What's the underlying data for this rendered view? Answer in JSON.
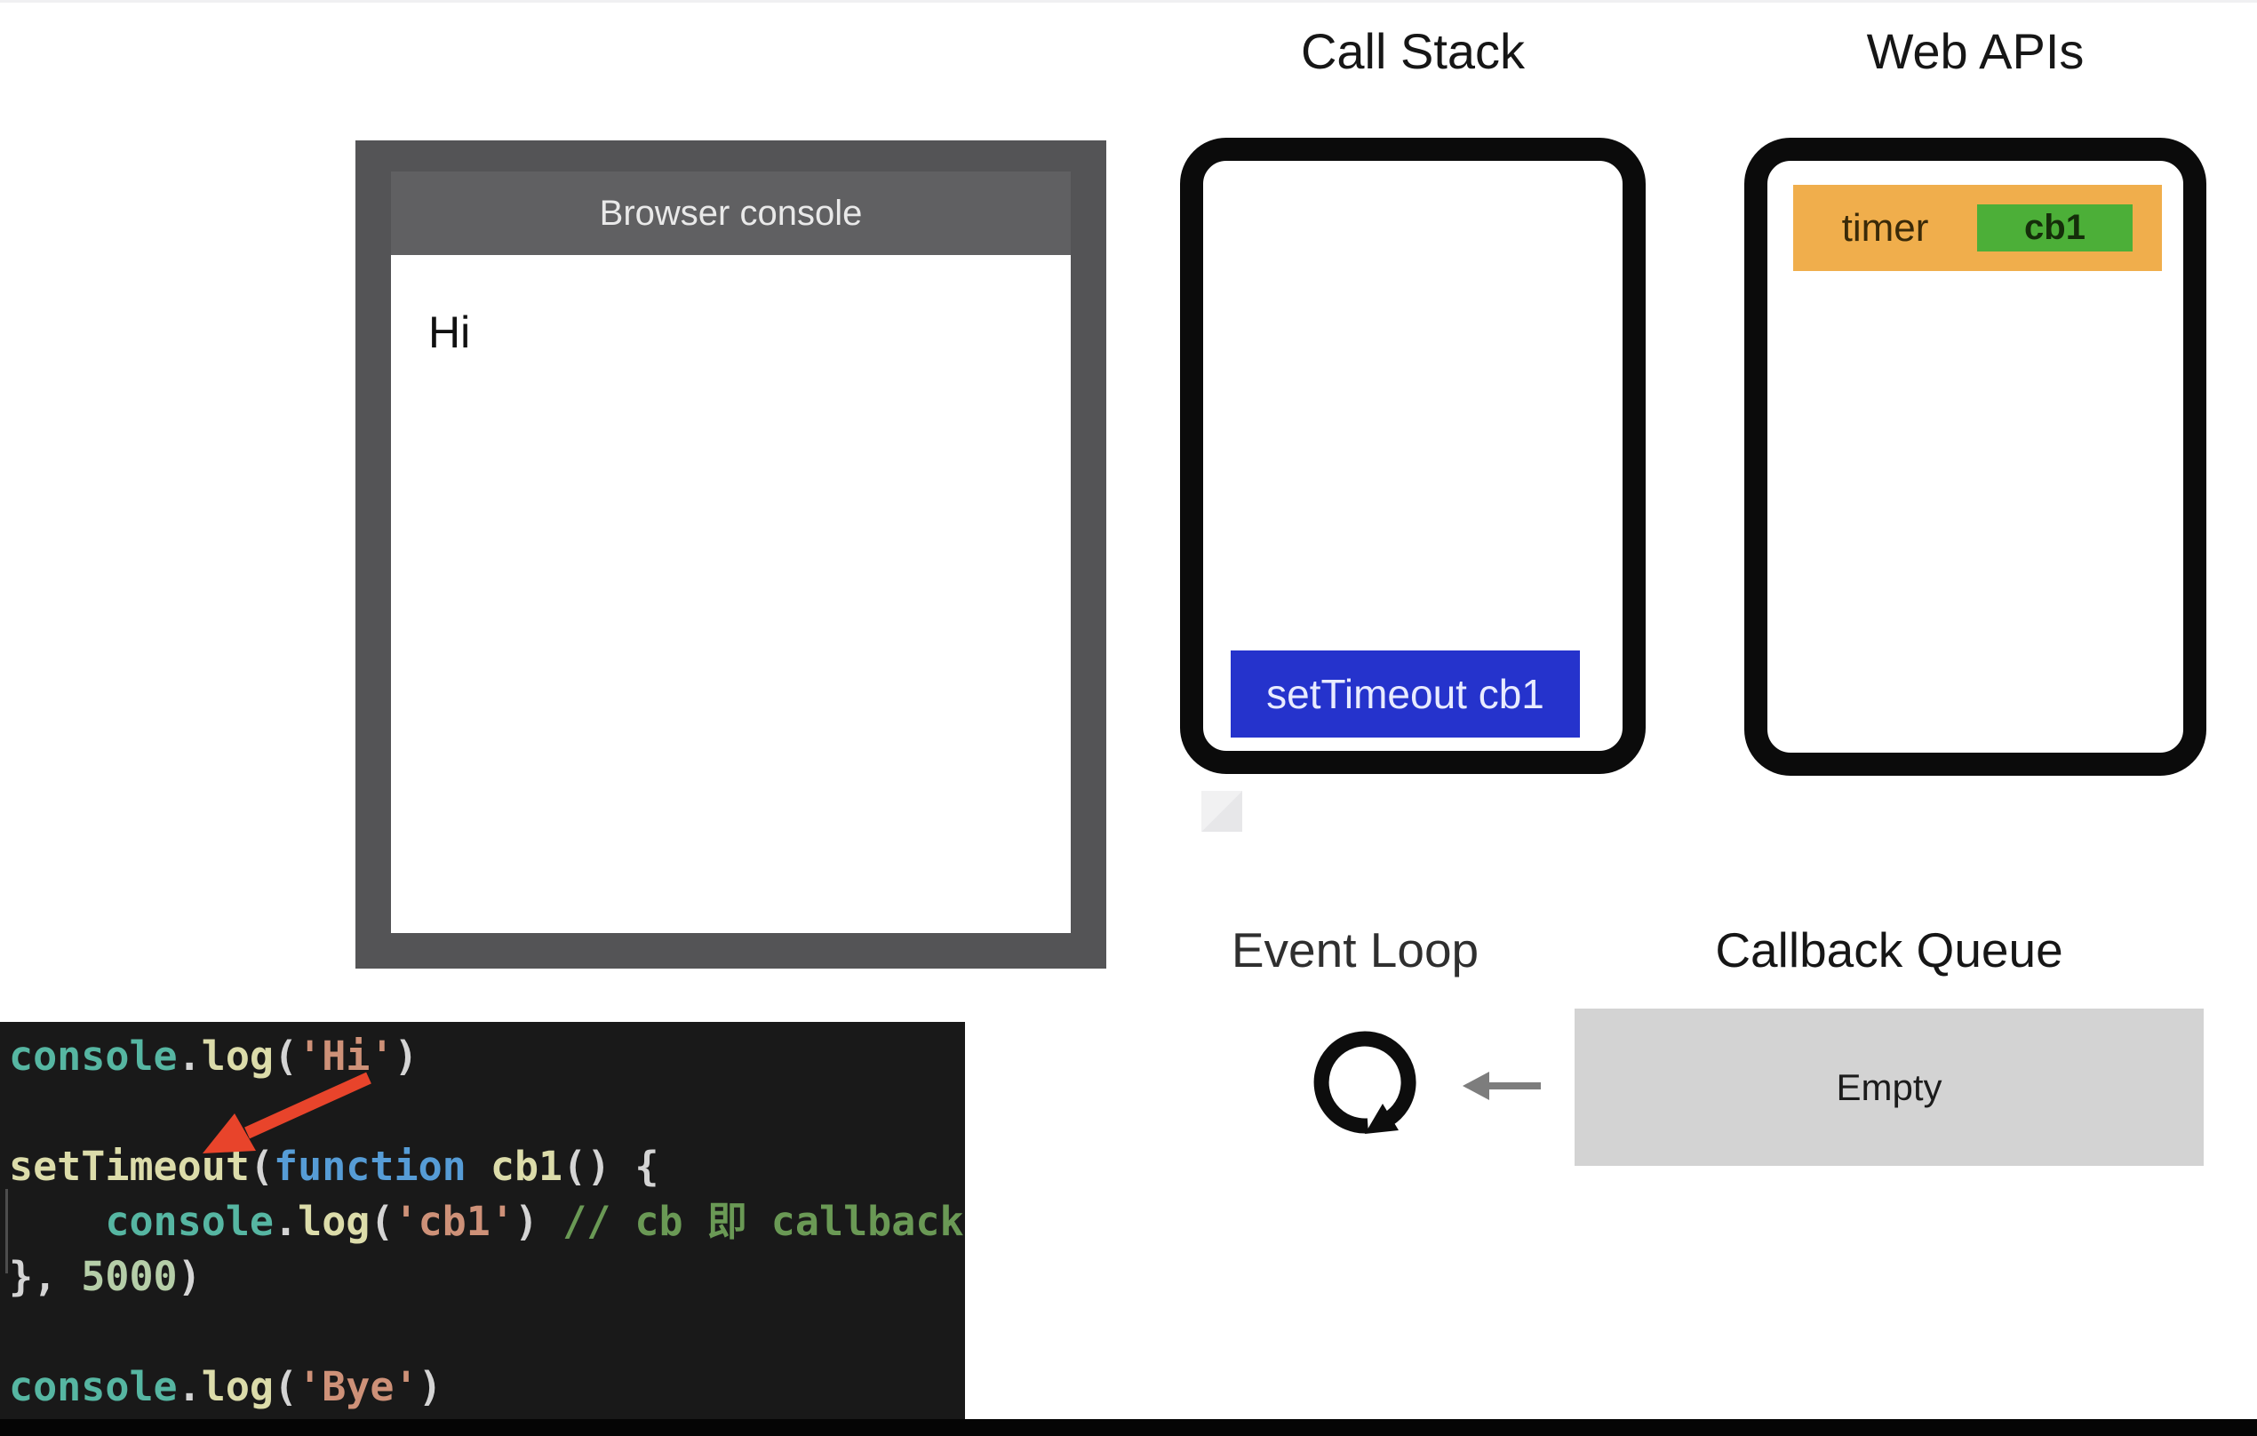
{
  "diagram": {
    "browser_console": {
      "title": "Browser console",
      "log_lines": [
        "Hi"
      ]
    },
    "call_stack": {
      "title": "Call Stack",
      "frames": [
        {
          "label": "setTimeout cb1"
        }
      ]
    },
    "web_apis": {
      "title": "Web APIs",
      "items": [
        {
          "label": "timer",
          "badge": "cb1"
        }
      ]
    },
    "event_loop": {
      "title": "Event Loop"
    },
    "callback_queue": {
      "title": "Callback Queue",
      "state": "Empty"
    }
  },
  "icons": {
    "loop": "circular-clockwise-arrow",
    "queue_to_loop": "left-arrow",
    "code_pointer": "red-arrow"
  },
  "colors": {
    "accent_blue": "#2533cc",
    "timer_orange": "#f0ae4c",
    "callback_green": "#4caf38",
    "queue_gray": "#d3d3d3",
    "console_frame": "#545456",
    "console_titlebar": "#606062",
    "code_bg": "#191919",
    "arrow_red": "#e8442b",
    "arrow_gray": "#7d7d7d",
    "border_black": "#0b0b0b"
  },
  "code": {
    "token_colors": {
      "builtin": "#56b6a2",
      "fn": "#dcdcaa",
      "keyword": "#569cd6",
      "string": "#ce9178",
      "comment": "#6a9955",
      "number": "#b5cea8",
      "plain": "#d4d4d4"
    },
    "lines": [
      [
        {
          "t": "console",
          "c": "builtin"
        },
        {
          "t": ".",
          "c": "plain"
        },
        {
          "t": "log",
          "c": "fn"
        },
        {
          "t": "(",
          "c": "plain"
        },
        {
          "t": "'Hi'",
          "c": "string"
        },
        {
          "t": ")",
          "c": "plain"
        }
      ],
      [],
      [
        {
          "t": "setTimeout",
          "c": "fn"
        },
        {
          "t": "(",
          "c": "plain"
        },
        {
          "t": "function",
          "c": "keyword"
        },
        {
          "t": " ",
          "c": "plain"
        },
        {
          "t": "cb1",
          "c": "fn"
        },
        {
          "t": "() {",
          "c": "plain"
        }
      ],
      [
        {
          "t": "    ",
          "c": "plain"
        },
        {
          "t": "console",
          "c": "builtin"
        },
        {
          "t": ".",
          "c": "plain"
        },
        {
          "t": "log",
          "c": "fn"
        },
        {
          "t": "(",
          "c": "plain"
        },
        {
          "t": "'cb1'",
          "c": "string"
        },
        {
          "t": ") ",
          "c": "plain"
        },
        {
          "t": "// cb 即 callback",
          "c": "comment"
        }
      ],
      [
        {
          "t": "}, ",
          "c": "plain"
        },
        {
          "t": "5000",
          "c": "number"
        },
        {
          "t": ")",
          "c": "plain"
        }
      ],
      [],
      [
        {
          "t": "console",
          "c": "builtin"
        },
        {
          "t": ".",
          "c": "plain"
        },
        {
          "t": "log",
          "c": "fn"
        },
        {
          "t": "(",
          "c": "plain"
        },
        {
          "t": "'Bye'",
          "c": "string"
        },
        {
          "t": ")",
          "c": "plain"
        }
      ]
    ]
  }
}
